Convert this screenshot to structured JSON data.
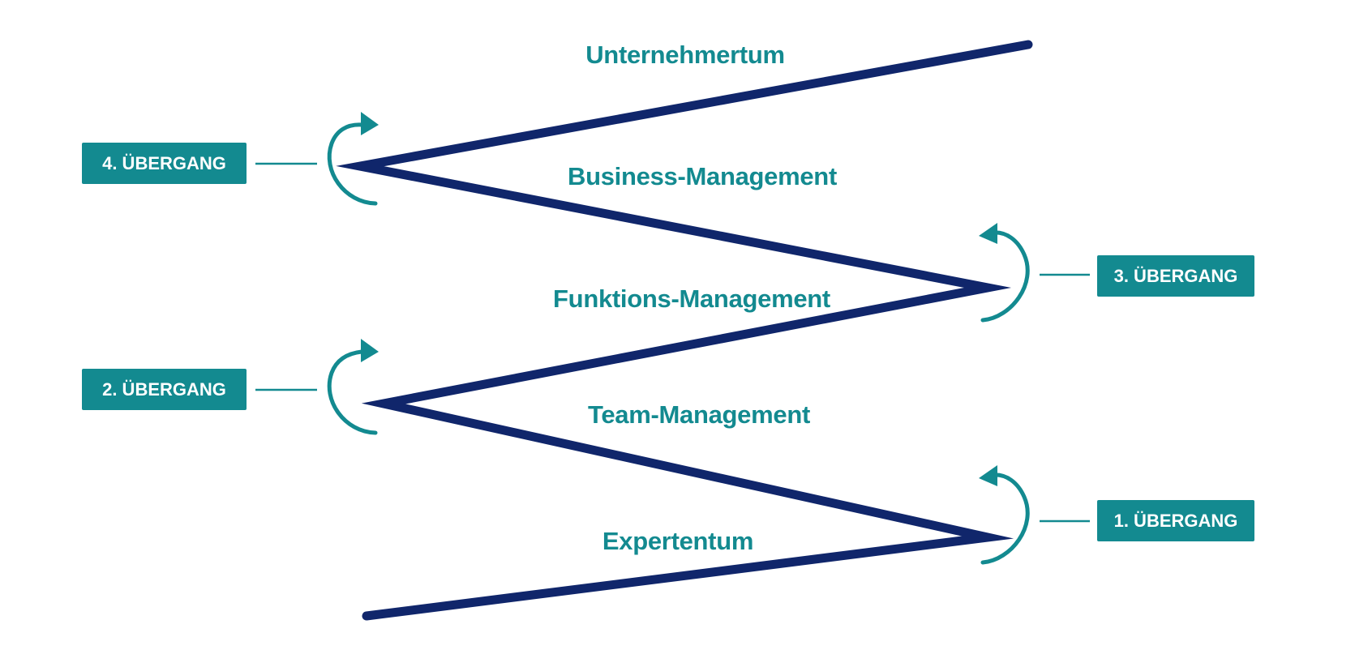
{
  "levels": [
    "Unternehmertum",
    "Business-Management",
    "Funktions-Management",
    "Team-Management",
    "Expertentum"
  ],
  "transitions": [
    "1. ÜBERGANG",
    "2. ÜBERGANG",
    "3. ÜBERGANG",
    "4. ÜBERGANG"
  ],
  "colors": {
    "path": "#10266b",
    "accent": "#138a90",
    "box_text": "#ffffff",
    "background": "#ffffff"
  }
}
